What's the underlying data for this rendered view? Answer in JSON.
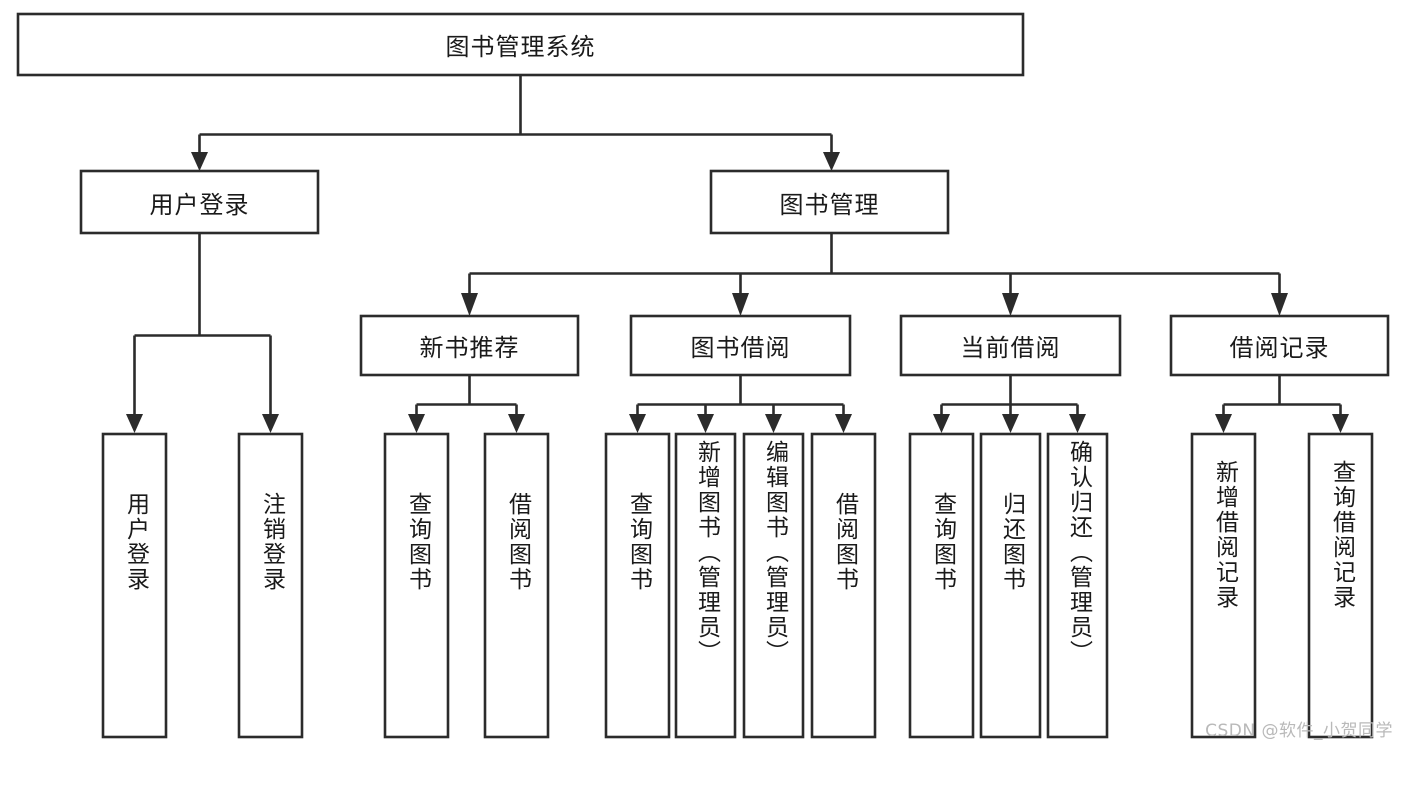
{
  "diagram": {
    "title": "图书管理系统",
    "type": "tree-hierarchy",
    "watermark": "CSDN @软件_小贺同学",
    "colors": {
      "stroke": "#2b2b2b",
      "fill": "#ffffff",
      "text": "#1a1a1a",
      "watermark": "#b9b9b9",
      "background": "#ffffff"
    },
    "levels": {
      "root": {
        "label": "图书管理系统",
        "orientation": "horizontal"
      },
      "level2": [
        {
          "label": "用户登录",
          "orientation": "horizontal"
        },
        {
          "label": "图书管理",
          "orientation": "horizontal"
        }
      ],
      "level3": [
        {
          "label": "新书推荐",
          "orientation": "horizontal",
          "parent": "图书管理"
        },
        {
          "label": "图书借阅",
          "orientation": "horizontal",
          "parent": "图书管理"
        },
        {
          "label": "当前借阅",
          "orientation": "horizontal",
          "parent": "图书管理"
        },
        {
          "label": "借阅记录",
          "orientation": "horizontal",
          "parent": "图书管理"
        }
      ],
      "leaves": [
        {
          "label": "用户登录",
          "orientation": "vertical",
          "parent": "用户登录"
        },
        {
          "label": "注销登录",
          "orientation": "vertical",
          "parent": "用户登录"
        },
        {
          "label": "查询图书",
          "orientation": "vertical",
          "parent": "新书推荐"
        },
        {
          "label": "借阅图书",
          "orientation": "vertical",
          "parent": "新书推荐"
        },
        {
          "label": "查询图书",
          "orientation": "vertical",
          "parent": "图书借阅"
        },
        {
          "label": "新增图书（管理员）",
          "orientation": "vertical",
          "parent": "图书借阅"
        },
        {
          "label": "编辑图书（管理员）",
          "orientation": "vertical",
          "parent": "图书借阅"
        },
        {
          "label": "借阅图书",
          "orientation": "vertical",
          "parent": "图书借阅"
        },
        {
          "label": "查询图书",
          "orientation": "vertical",
          "parent": "当前借阅"
        },
        {
          "label": "归还图书",
          "orientation": "vertical",
          "parent": "当前借阅"
        },
        {
          "label": "确认归还（管理员）",
          "orientation": "vertical",
          "parent": "当前借阅"
        },
        {
          "label": "新增借阅记录",
          "orientation": "vertical",
          "parent": "借阅记录"
        },
        {
          "label": "查询借阅记录",
          "orientation": "vertical",
          "parent": "借阅记录"
        }
      ]
    }
  }
}
